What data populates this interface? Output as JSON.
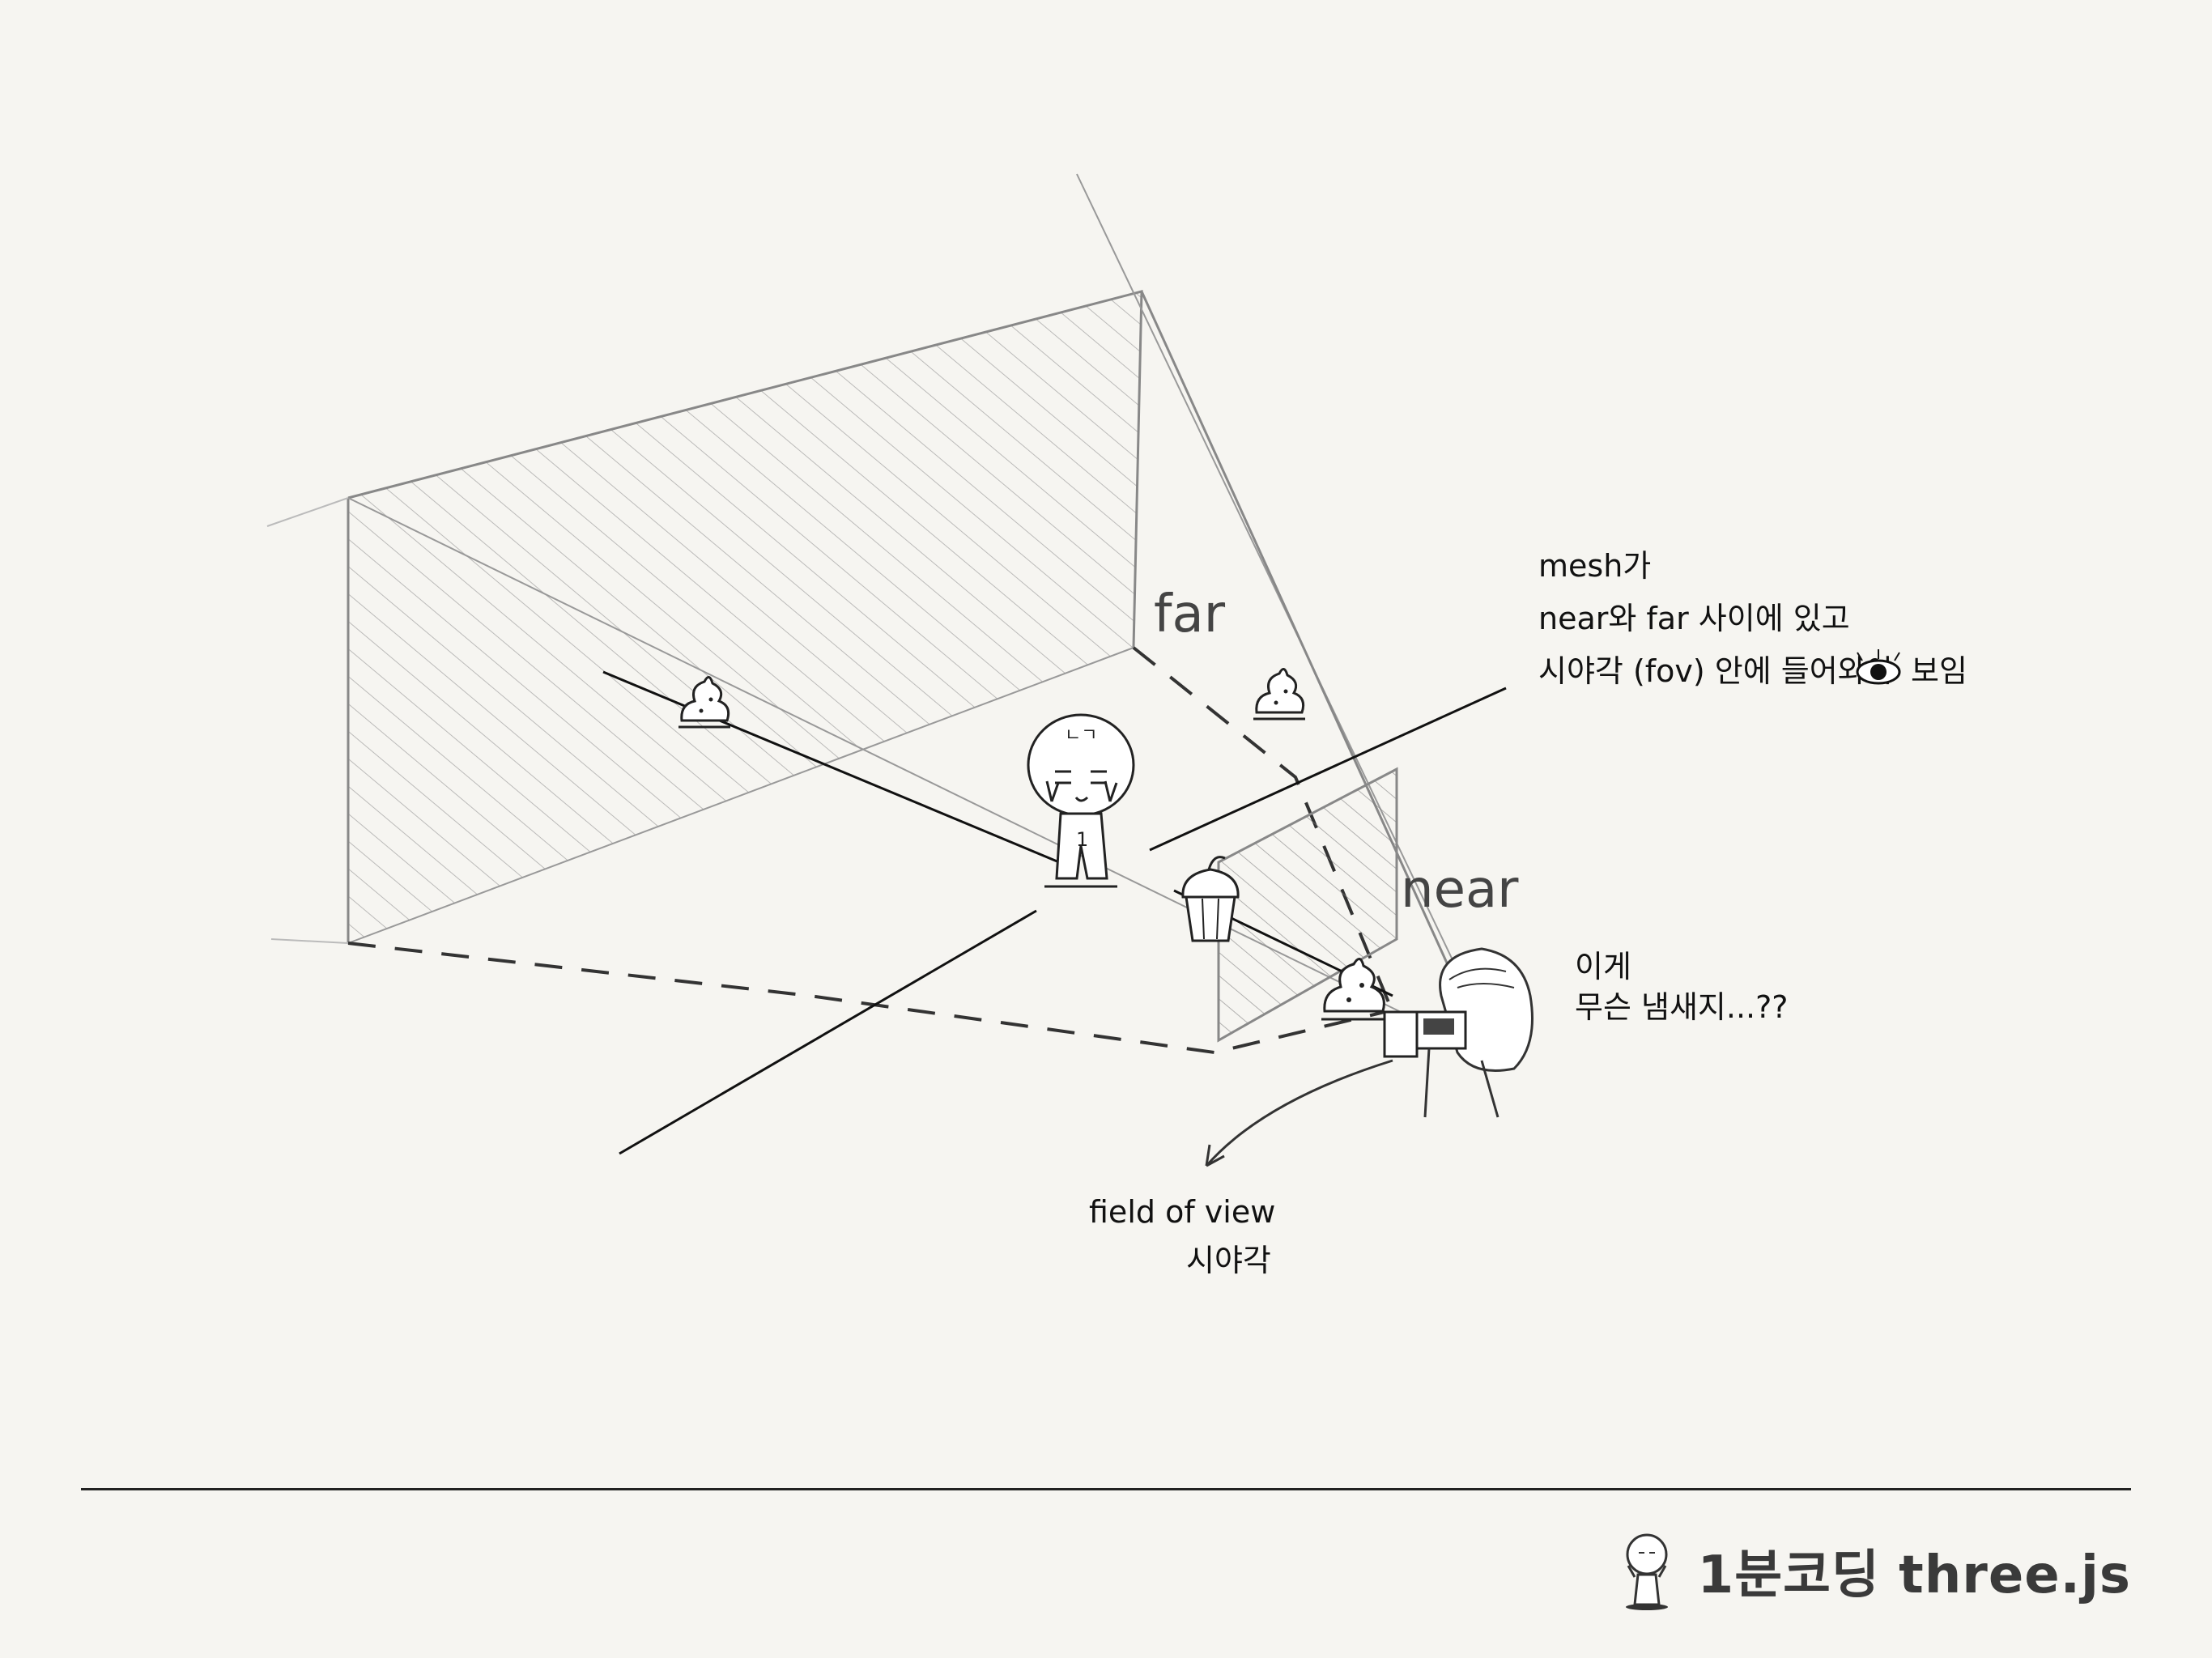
{
  "diagram": {
    "far_label": "far",
    "near_label": "near",
    "mascot_caption": "ㄴㄱ",
    "mascot_number": "1",
    "note_lines": [
      "mesh가",
      "near와 far 사이에 있고",
      "시야각 (fov) 안에 들어와야",
      "보임"
    ],
    "camera_comment_lines": [
      "이게",
      "무슨 냄새지...??"
    ],
    "fov_caption_lines": [
      "field of view",
      "시야각"
    ]
  },
  "footer": {
    "brand": "1분코딩 three.js"
  },
  "icons": [
    "eye-icon",
    "poop-icon",
    "cupcake-icon",
    "mascot-icon",
    "camera-icon"
  ]
}
